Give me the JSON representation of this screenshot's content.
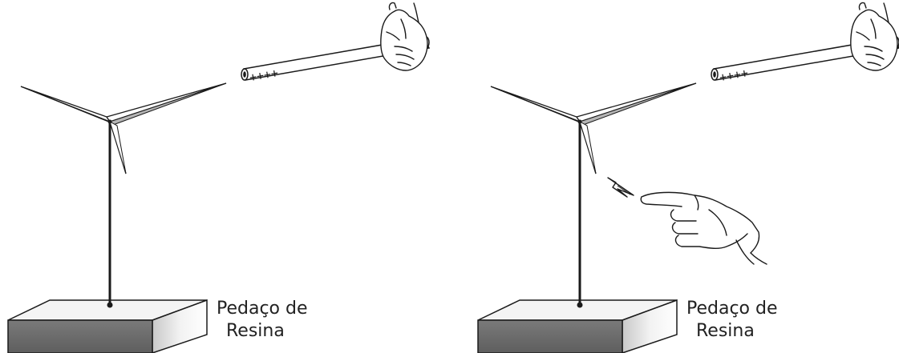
{
  "scenes": [
    {
      "id": "left",
      "label_line1": "Pedaço de",
      "label_line2": "Resina",
      "rod_marks": "++++",
      "has_finger": false
    },
    {
      "id": "right",
      "label_line1": "Pedaço de",
      "label_line2": "Resina",
      "rod_marks": "++++",
      "has_finger": true
    }
  ],
  "colors": {
    "ink": "#1a1a1a",
    "block_front": "#6e6e6e",
    "block_top": "#f4f4f4",
    "blade_light": "#b5b5b5",
    "rod_fill": "#ffffff"
  },
  "icons": [
    "charged-rod",
    "hand-icon",
    "pointing-finger-icon",
    "spark-icon",
    "pinwheel",
    "resin-block"
  ]
}
